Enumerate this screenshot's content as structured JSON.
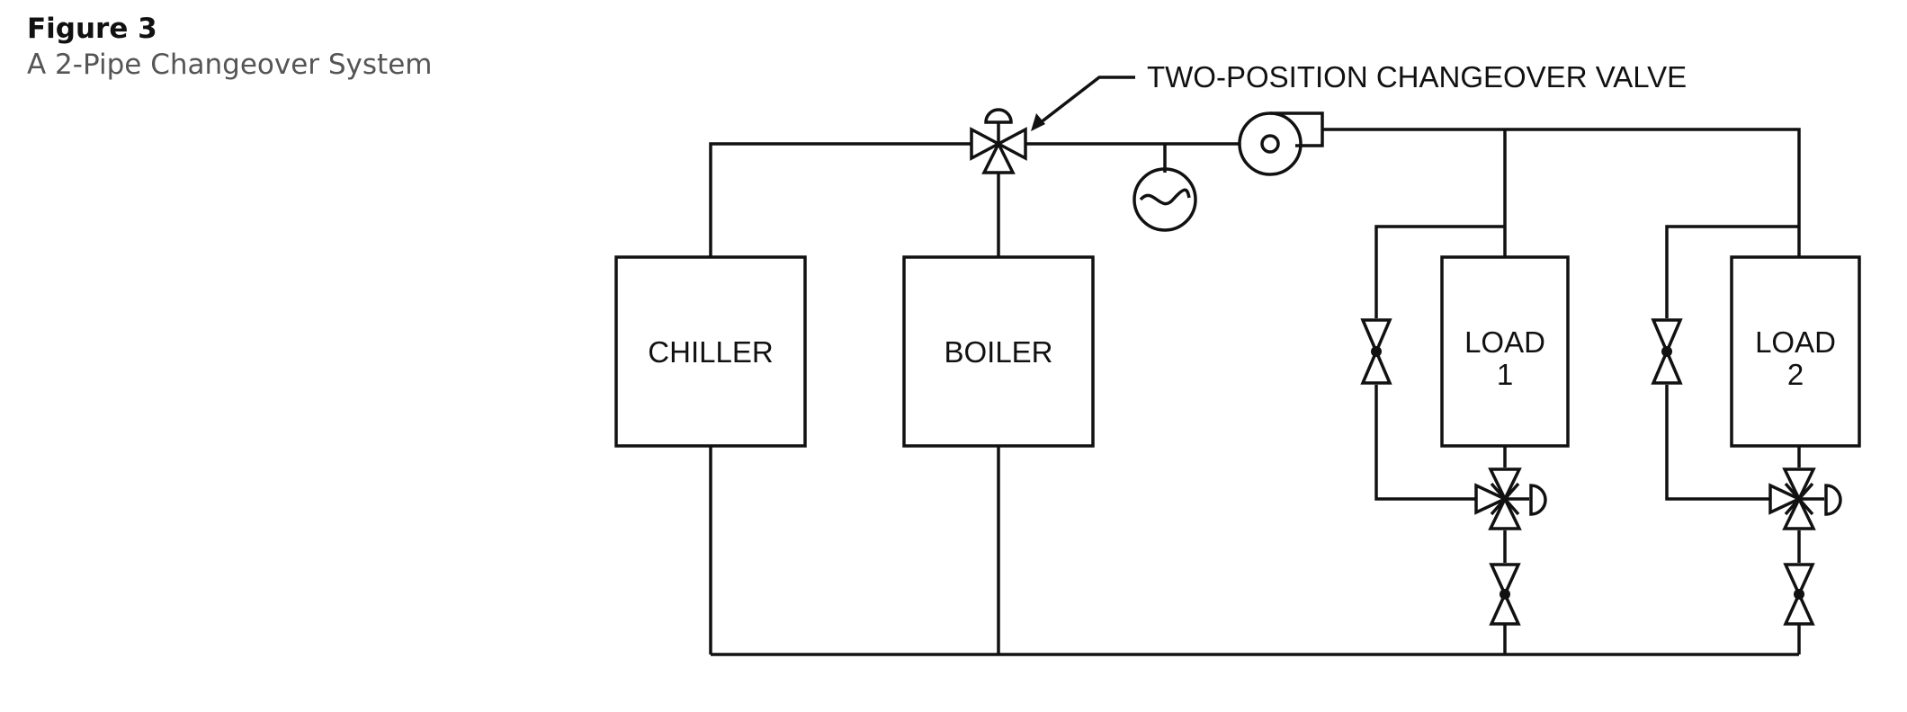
{
  "figure": {
    "number": "Figure 3",
    "caption": "A 2-Pipe Changeover System"
  },
  "diagram": {
    "callout": "TWO-POSITION CHANGEOVER VALVE",
    "units": {
      "chiller": "CHILLER",
      "boiler": "BOILER",
      "load1_line1": "LOAD",
      "load1_line2": "1",
      "load2_line1": "LOAD",
      "load2_line2": "2"
    }
  }
}
